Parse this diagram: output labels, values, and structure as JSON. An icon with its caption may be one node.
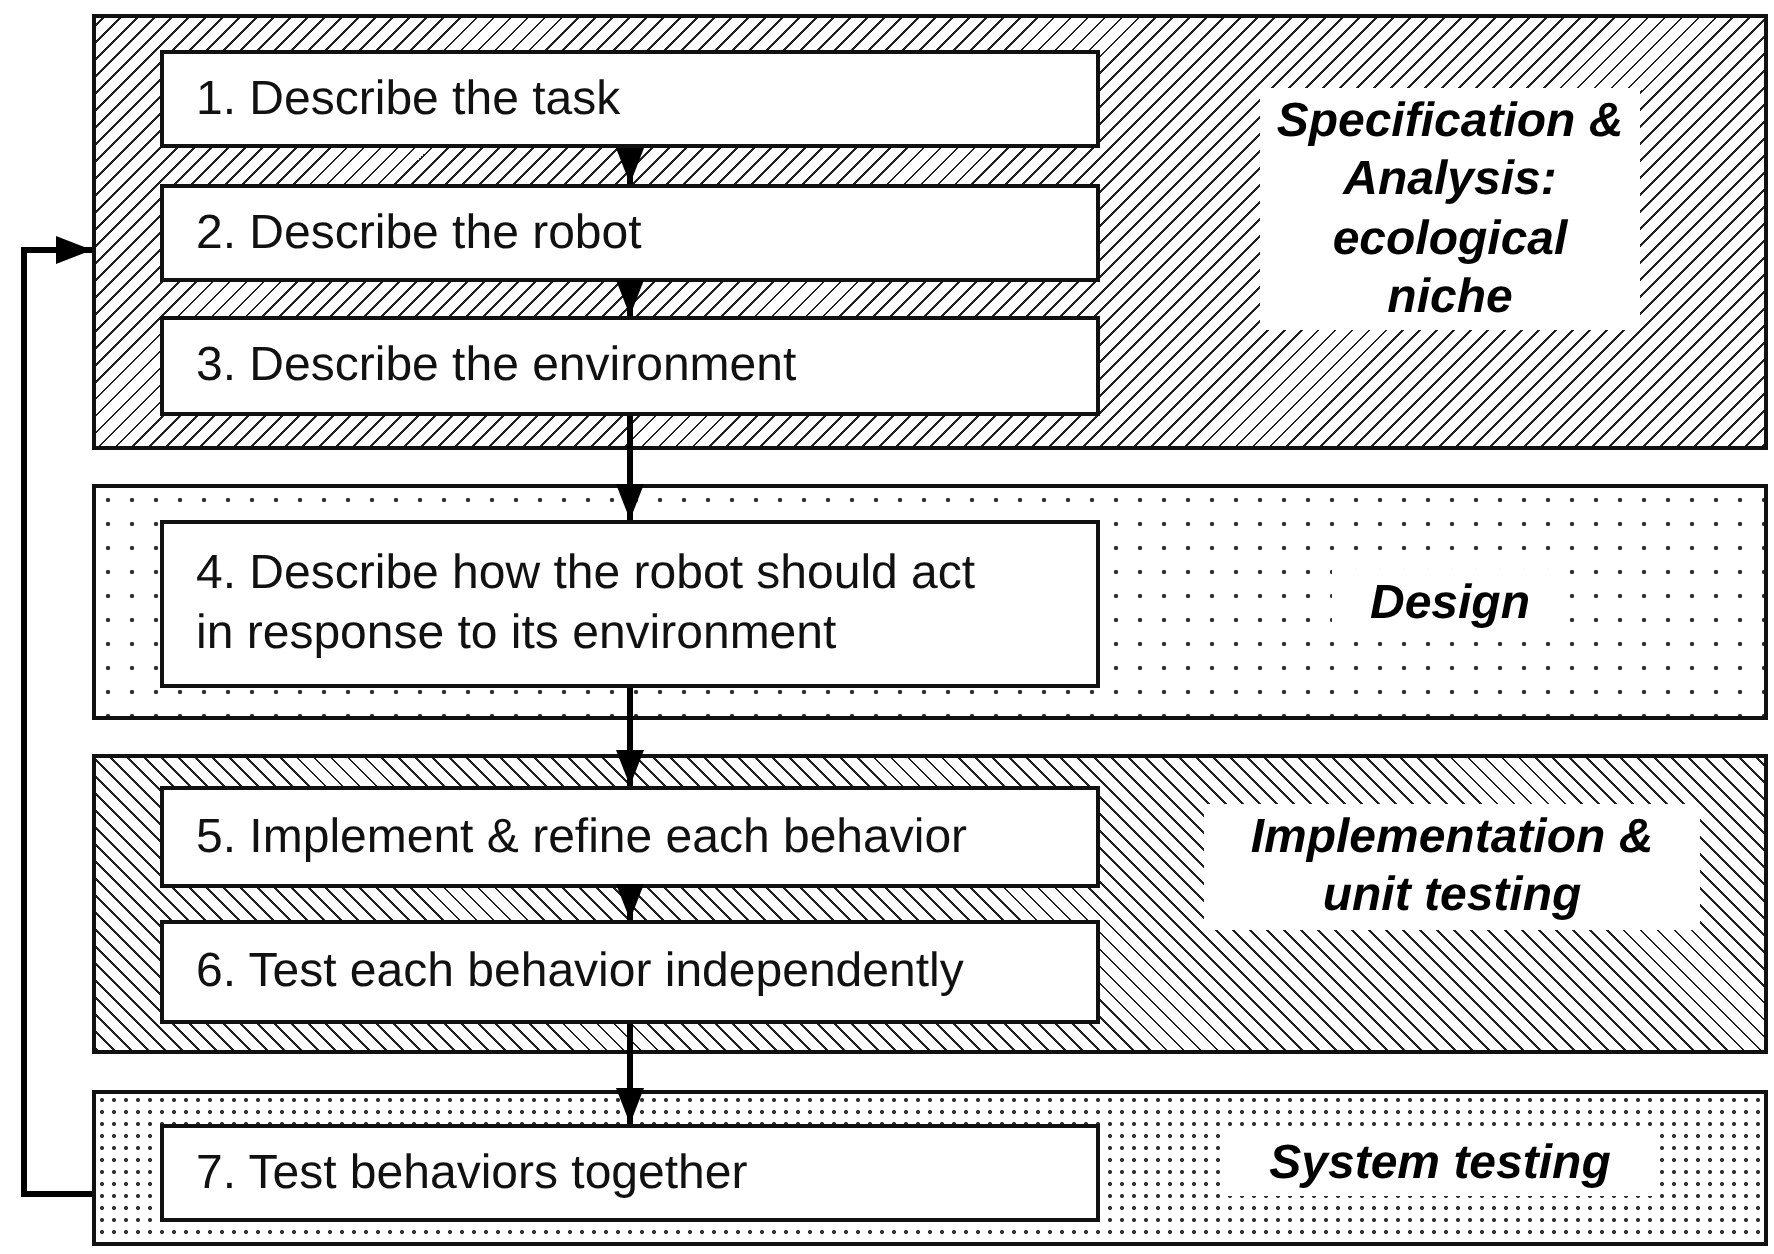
{
  "diagram": {
    "nodes": [
      {
        "text": [
          "Specification & Analysis: ecological niche"
        ]
      },
      {
        "text": [
          "1. Describe the task"
        ],
        "in": 0
      },
      {
        "text": [
          "2. Describe the robot"
        ],
        "in": 0
      },
      {
        "text": [
          "3. Describe the environment"
        ],
        "in": 0
      },
      {
        "text": [
          "Design"
        ]
      },
      {
        "text": [
          "4. Describe how the robot should act in response to its environment"
        ],
        "in": 4
      },
      {
        "text": [
          "Implementation & unit testing"
        ]
      },
      {
        "text": [
          "5. Implement & refine each behavior"
        ],
        "in": 6
      },
      {
        "text": [
          "6. Test each behavior independently"
        ],
        "in": 6
      },
      {
        "text": [
          "System testing"
        ]
      },
      {
        "text": [
          "7. Test behaviors together"
        ],
        "in": 9
      }
    ],
    "edges": [
      {
        "from": 1,
        "to": 2,
        "arrow": "to"
      },
      {
        "from": 2,
        "to": 3,
        "arrow": "to"
      },
      {
        "from": 3,
        "to": 5,
        "arrow": "to"
      },
      {
        "from": 5,
        "to": 7,
        "arrow": "to"
      },
      {
        "from": 7,
        "to": 8,
        "arrow": "to"
      },
      {
        "from": 8,
        "to": 10,
        "arrow": "to"
      },
      {
        "from": 9,
        "to": 0,
        "arrow": "to"
      }
    ]
  }
}
